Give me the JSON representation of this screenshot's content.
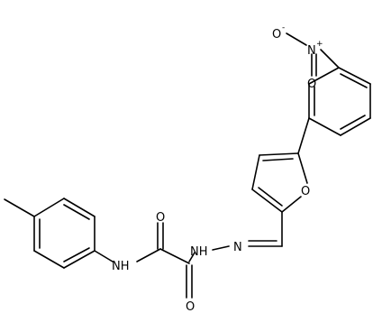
{
  "labels": {
    "o_nitro_top": "O",
    "o_nitro_top_charge": "-",
    "n_nitro": "N",
    "n_nitro_charge": "+",
    "o_nitro_down": "O",
    "o_furan": "O",
    "o_carbonyl_left": "O",
    "o_carbonyl_right": "O",
    "nh_amide": "NH",
    "nh_hydrazide": "NH",
    "n_imine": "N"
  }
}
